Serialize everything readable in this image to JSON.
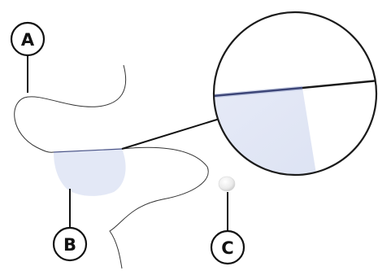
{
  "callouts": [
    {
      "id": "A",
      "label": "A"
    },
    {
      "id": "B",
      "label": "B"
    },
    {
      "id": "C",
      "label": "C"
    }
  ],
  "colors": {
    "stroke": "#111111",
    "curve": "#333333",
    "selection_fill": "#e3e8f6",
    "selection_edge": "#3d4678",
    "magnifier_border": "#1a1a1a",
    "pearl": "#f2f2f2"
  }
}
